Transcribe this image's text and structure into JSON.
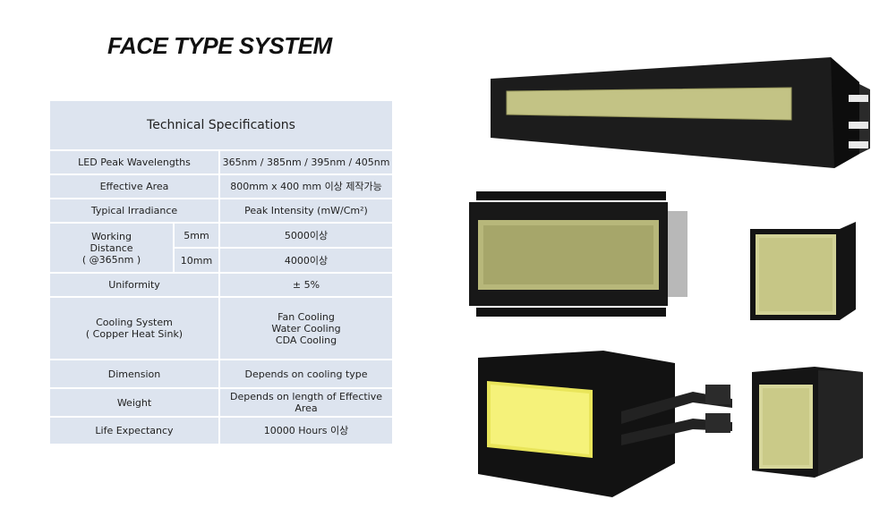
{
  "title": "FACE TYPE SYSTEM",
  "table": {
    "header": "Technical  Specifications",
    "rows": {
      "led_peak": {
        "label": "LED Peak Wavelengths",
        "value": "365nm / 385nm / 395nm / 405nm"
      },
      "effective_area": {
        "label": "Effective Area",
        "value": "800mm x 400 mm 이상 제작가능"
      },
      "irradiance": {
        "label": "Typical Irradiance",
        "value": "Peak Intensity (mW/Cm²)"
      },
      "working_distance": {
        "label_lines": [
          "Working",
          "Distance",
          "( @365nm )"
        ],
        "sub1": "5mm",
        "val1": "5000이상",
        "sub2": "10mm",
        "val2": "4000이상"
      },
      "uniformity": {
        "label": "Uniformity",
        "value": "± 5%"
      },
      "cooling": {
        "label_lines": [
          "Cooling System",
          "( Copper Heat Sink)"
        ],
        "value_lines": [
          "Fan Cooling",
          "Water Cooling",
          "CDA Cooling"
        ]
      },
      "dimension": {
        "label": "Dimension",
        "value": "Depends on cooling type"
      },
      "weight": {
        "label": "Weight",
        "value": "Depends on length of Effective Area"
      },
      "life": {
        "label": "Life Expectancy",
        "value": "10000 Hours 이상"
      }
    }
  },
  "colors": {
    "table_bg": "#dde4ef",
    "housing": "#151515",
    "emitter": "#c9c98a",
    "emitter_bright": "#f3f060"
  }
}
